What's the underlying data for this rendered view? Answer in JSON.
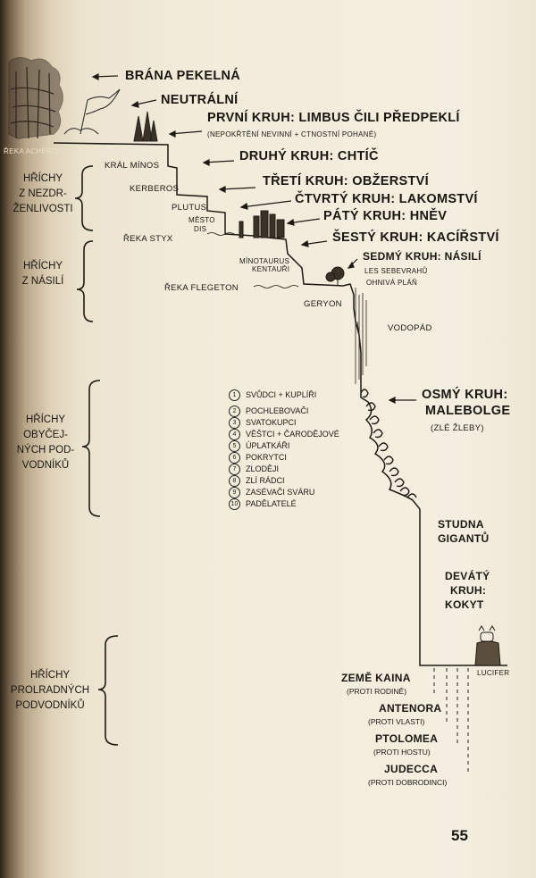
{
  "circles": {
    "gate": "BRÁNA PEKELNÁ",
    "neutral": "NEUTRÁLNÍ",
    "first": "PRVNÍ KRUH: LIMBUS ČILI PŘEDPEKLÍ",
    "first_note": "(NEPOKŘTĚNÍ NEVINNÍ + CTNOSTNÍ POHANÉ)",
    "second": "DRUHÝ KRUH: CHTÍČ",
    "third": "TŘETÍ KRUH: OBŽERSTVÍ",
    "fourth": "ČTVRTÝ KRUH: LAKOMSTVÍ",
    "fifth": "PÁTÝ KRUH: HNĚV",
    "sixth": "ŠESTÝ KRUH: KACÍŘSTVÍ",
    "seventh": "SEDMÝ KRUH: NÁSILÍ",
    "eighth_line1": "OSMÝ KRUH:",
    "eighth_line2": "MALEBOLGE",
    "eighth_note": "(ZLÉ ŽLEBY)",
    "well_line1": "STUDNA",
    "well_line2": "GIGANTŮ",
    "ninth_line1": "DEVÁTÝ",
    "ninth_line2": "KRUH:",
    "ninth_line3": "KOKYT"
  },
  "places": {
    "acheron": "ŘEKA ACHERON",
    "minos": "KRÁL MÍNOS",
    "kerberos": "KERBEROS",
    "plutus": "PLUTUS",
    "dis_line1": "MĚSTO",
    "dis_line2": "DIS",
    "styx": "ŘEKA STYX",
    "minotaurus": "MÍNOTAURUS",
    "kentauri": "KENTAUŘI",
    "forest": "LES SEBEVRAHŮ",
    "plain": "OHNIVÁ PLÁŇ",
    "flegeton": "ŘEKA FLEGETON",
    "geryon": "GERYON",
    "waterfall": "VODOPÁD",
    "lucifer": "LUCIFER"
  },
  "categories": {
    "incontinence": [
      "HŘÍCHY",
      "Z NEZDR-",
      "ŽENLIVOSTI"
    ],
    "violence": [
      "HŘÍCHY",
      "Z NÁSILÍ"
    ],
    "fraud": [
      "HŘÍCHY",
      "OBYČEJ-",
      "NÝCH POD-",
      "VODNÍKŮ"
    ],
    "treachery": [
      "HŘÍCHY",
      "PROLRADNÝCH",
      "PODVODNÍKŮ"
    ]
  },
  "bolgias": [
    {
      "num": "1",
      "label": "SVŮDCI + KUPLÍŘI"
    },
    {
      "num": "2",
      "label": "POCHLEBOVAČI"
    },
    {
      "num": "3",
      "label": "SVATOKUPCI"
    },
    {
      "num": "4",
      "label": "VĚŠTCI + ČARODĚJOVÉ"
    },
    {
      "num": "5",
      "label": "ÚPLATKÁŘI"
    },
    {
      "num": "6",
      "label": "POKRYTCI"
    },
    {
      "num": "7",
      "label": "ZLODĚJI"
    },
    {
      "num": "8",
      "label": "ZLÍ RÁDCI"
    },
    {
      "num": "9",
      "label": "ZASÉVAČI SVÁRU"
    },
    {
      "num": "10",
      "label": "PADĚLATELÉ"
    }
  ],
  "zones": [
    {
      "name": "ZEMĚ KAINA",
      "note": "(PROTI RODINĚ)"
    },
    {
      "name": "ANTENORA",
      "note": "(PROTI VLASTI)"
    },
    {
      "name": "PTOLOMEA",
      "note": "(PROTI HOSTU)"
    },
    {
      "name": "JUDECCA",
      "note": "(PROTI DOBRODINCI)"
    }
  ],
  "page_number": "55"
}
